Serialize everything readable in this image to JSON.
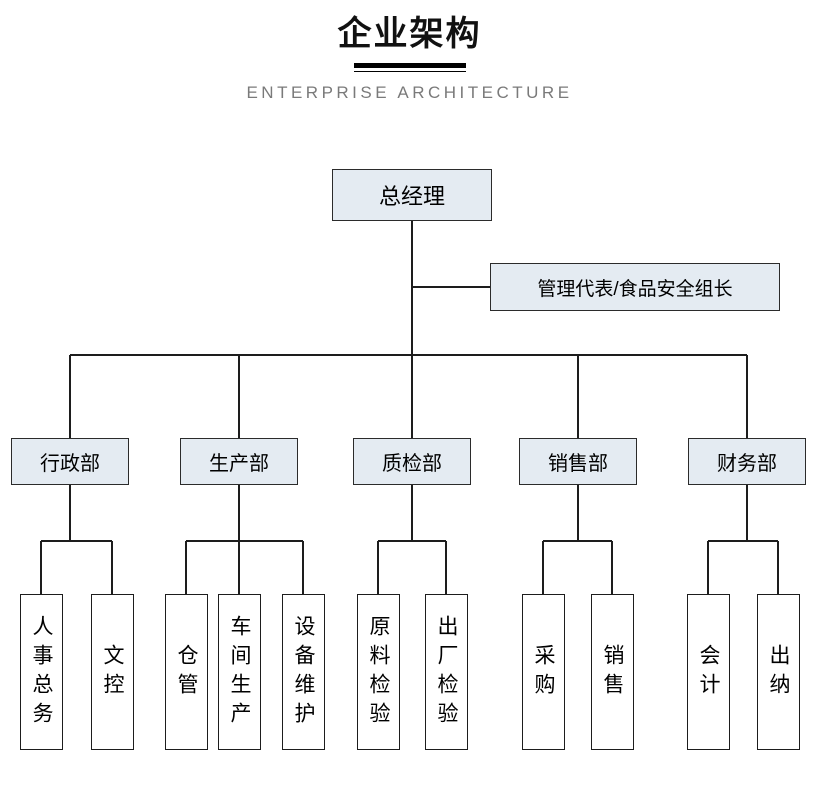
{
  "header": {
    "title_cn": "企业架构",
    "title_en": "ENTERPRISE ARCHITECTURE"
  },
  "colors": {
    "node_fill": "#e4ebf2",
    "node_border": "#2b2b2b",
    "leaf_fill": "#ffffff",
    "leaf_border": "#1d1d1d",
    "connector": "#1d1d1d",
    "subtitle": "#7a7a7a",
    "title": "#111111"
  },
  "chart_data": {
    "type": "diagram",
    "diagram_type": "org-chart",
    "title": "企业架构",
    "subtitle": "ENTERPRISE ARCHITECTURE",
    "root": "总经理",
    "staff_node": "管理代表/食品安全组长",
    "departments": [
      "行政部",
      "生产部",
      "质检部",
      "销售部",
      "财务部"
    ],
    "children": {
      "行政部": [
        "人事总务",
        "文控"
      ],
      "生产部": [
        "仓管",
        "车间生产",
        "设备维护"
      ],
      "质检部": [
        "原料检验",
        "出厂检验"
      ],
      "销售部": [
        "采购",
        "销售"
      ],
      "财务部": [
        "会计",
        "出纳"
      ]
    }
  },
  "nodes": {
    "root": {
      "label": "总经理"
    },
    "staff": {
      "label": "管理代表/食品安全组长"
    },
    "depts": [
      {
        "label": "行政部"
      },
      {
        "label": "生产部"
      },
      {
        "label": "质检部"
      },
      {
        "label": "销售部"
      },
      {
        "label": "财务部"
      }
    ],
    "leaves": [
      {
        "label": "人事总务"
      },
      {
        "label": "文控"
      },
      {
        "label": "仓管"
      },
      {
        "label": "车间生产"
      },
      {
        "label": "设备维护"
      },
      {
        "label": "原料检验"
      },
      {
        "label": "出厂检验"
      },
      {
        "label": "采购"
      },
      {
        "label": "销售"
      },
      {
        "label": "会计"
      },
      {
        "label": "出纳"
      }
    ]
  }
}
